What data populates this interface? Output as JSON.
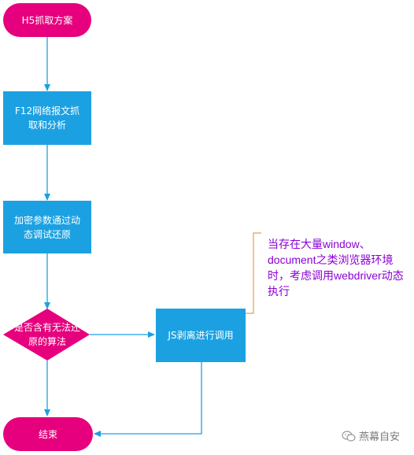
{
  "nodes": {
    "start": "H5抓取方案",
    "f12": "F12网络报文抓取和分析",
    "debug": "加密参数通过动态调试还原",
    "decision": "是否含有无法还原的算法",
    "js": "JS剥离进行调用",
    "end": "结束"
  },
  "annotation": "当存在大量window、document之类浏览器环境时，考虑调用webdriver动态执行",
  "watermark": "燕幕自安",
  "colors": {
    "pill": "#e6007e",
    "process": "#1ba1e2",
    "arrow": "#1ba1e2",
    "annotation_text": "#8b00d6",
    "annotation_bracket": "#e2a14a"
  }
}
